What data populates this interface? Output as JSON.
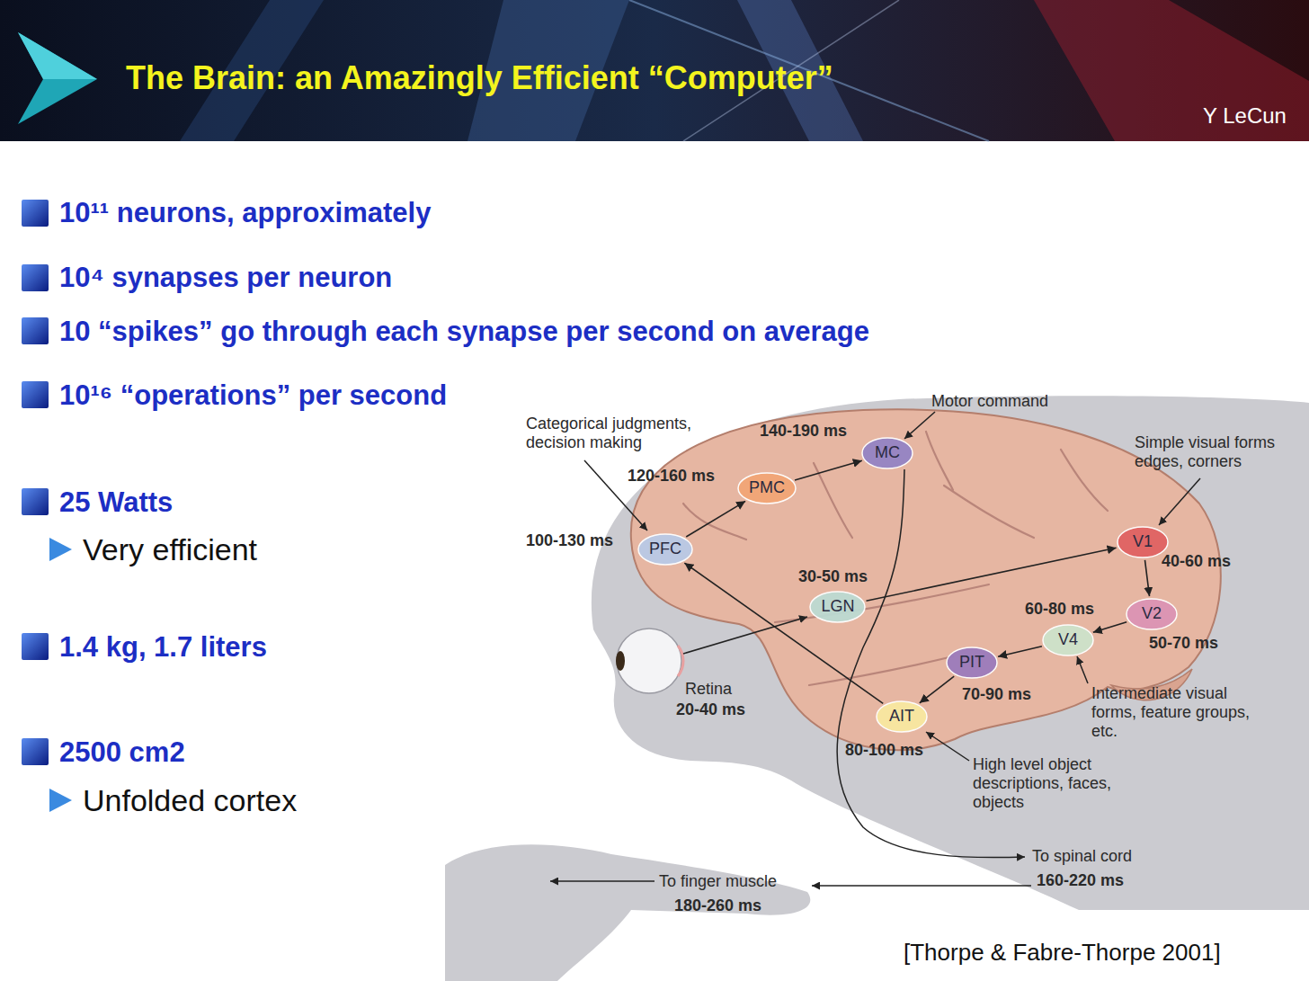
{
  "diagram": {
    "title": "The Brain: an Amazingly Efficient “Computer”",
    "nodes": [
      {
        "text": [
          "PFC"
        ]
      },
      {
        "text": [
          "PMC"
        ]
      },
      {
        "text": [
          "MC"
        ]
      },
      {
        "text": [
          "LGN"
        ]
      },
      {
        "text": [
          "V1"
        ]
      },
      {
        "text": [
          "V2"
        ]
      },
      {
        "text": [
          "V4"
        ]
      },
      {
        "text": [
          "PIT"
        ]
      },
      {
        "text": [
          "AIT"
        ]
      }
    ],
    "edges": [
      {
        "from": 3,
        "to": 4,
        "arrow": "to"
      },
      {
        "from": 4,
        "to": 5,
        "arrow": "to"
      },
      {
        "from": 5,
        "to": 6,
        "arrow": "to"
      },
      {
        "from": 6,
        "to": 7,
        "arrow": "to"
      },
      {
        "from": 7,
        "to": 8,
        "arrow": "to"
      },
      {
        "from": 8,
        "to": 0,
        "arrow": "to"
      },
      {
        "from": 0,
        "to": 1,
        "arrow": "to"
      },
      {
        "from": 1,
        "to": 2,
        "arrow": "to"
      }
    ],
    "labels": [
      "Y LeCun",
      "10¹¹ neurons, approximately",
      "10⁴ synapses per neuron",
      "10 “spikes” go through each synapse per second on average",
      "10¹⁶ “operations” per second",
      "25 Watts",
      "Very efficient",
      "1.4 kg, 1.7 liters",
      "2500 cm2",
      "Unfolded cortex",
      "Motor command",
      "Categorical judgments, decision making",
      "140-190 ms",
      "Simple visual forms edges, corners",
      "120-160 ms",
      "100-130 ms",
      "40-60 ms",
      "30-50 ms",
      "60-80 ms",
      "50-70 ms",
      "Retina",
      "20-40 ms",
      "70-90 ms",
      "Intermediate visual forms, feature groups, etc.",
      "80-100 ms",
      "High level object descriptions, faces, objects",
      "To spinal cord",
      "160-220 ms",
      "To finger muscle",
      "180-260 ms",
      "[Thorpe & Fabre-Thorpe 2001]"
    ]
  }
}
